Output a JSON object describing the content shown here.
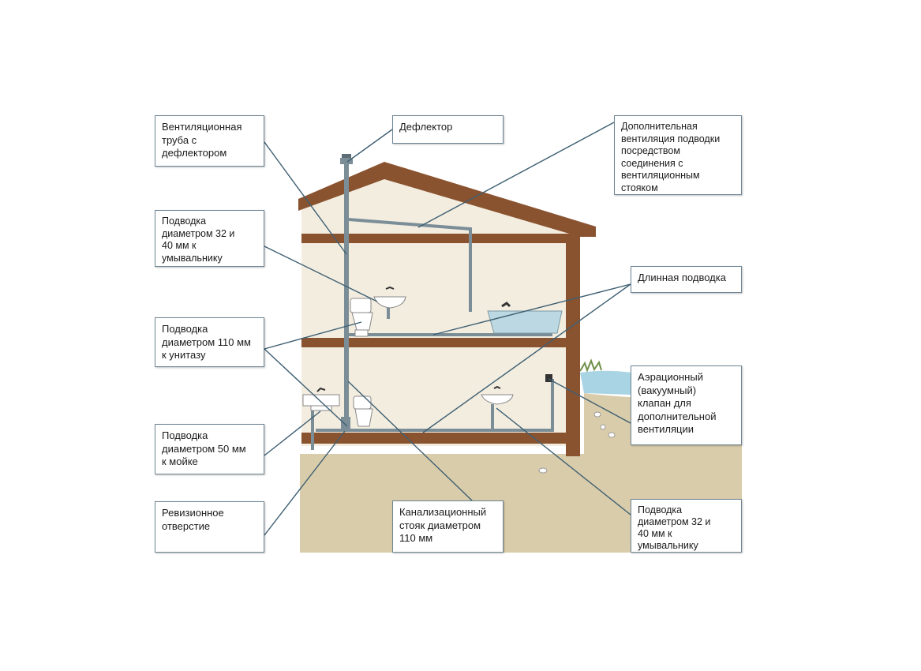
{
  "labels": {
    "vent_pipe": "Вентиляционная\nтруба с\nдефлектором",
    "deflector": "Дефлектор",
    "additional_vent": "Дополнительная\nвентиляция подводки\nпосредством\nсоединения с\nвентиляционным\nстояком",
    "sink_32_40_top": "Подводка\nдиаметром 32 и\n40 мм к\nумывальнику",
    "long_supply": "Длинная подводка",
    "toilet_110": "Подводка\nдиаметром 110 мм\nк унитазу",
    "aeration_valve": "Аэрационный\n(вакуумный)\nклапан для\nдополнительной\nвентиляции",
    "kitchen_sink_50": "Подводка\nдиаметром 50 мм\nк мойке",
    "revision_hole": "Ревизионное\nотверстие",
    "sewer_stack": "Канализационный\nстояк диаметром\n110 мм",
    "sink_32_40_bottom": "Подводка\nдиаметром 32 и\n40 мм к\nумывальнику"
  },
  "colors": {
    "wood": "#8a5330",
    "wall": "#f3ede0",
    "ground": "#d9ccaa",
    "water": "#a9d4e4",
    "pipe": "#7b8e97",
    "leader": "#3e5f72",
    "fixture": "#ffffff",
    "bath": "#bcd8e2"
  }
}
